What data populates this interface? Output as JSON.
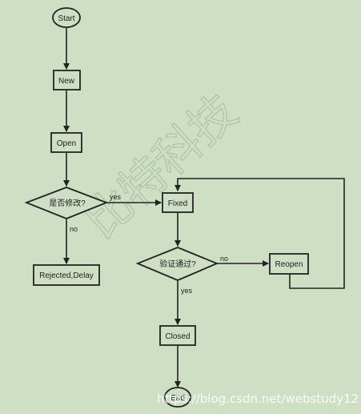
{
  "diagram": {
    "nodes": {
      "start": "Start",
      "new": "New",
      "open": "Open",
      "decision_modify": "是否修改?",
      "rejected": "Rejected,Delay",
      "fixed": "Fixed",
      "decision_verify": "验证通过?",
      "reopen": "Reopen",
      "closed": "Closed",
      "end": "End"
    },
    "edge_labels": {
      "modify_yes": "yes",
      "modify_no": "no",
      "verify_no": "no",
      "verify_yes": "yes"
    }
  },
  "watermark": {
    "cjk": "比特科技",
    "url": "https://blog.csdn.net/webstudy12"
  },
  "colors": {
    "background": "#cfdfc4",
    "stroke": "#222222"
  }
}
